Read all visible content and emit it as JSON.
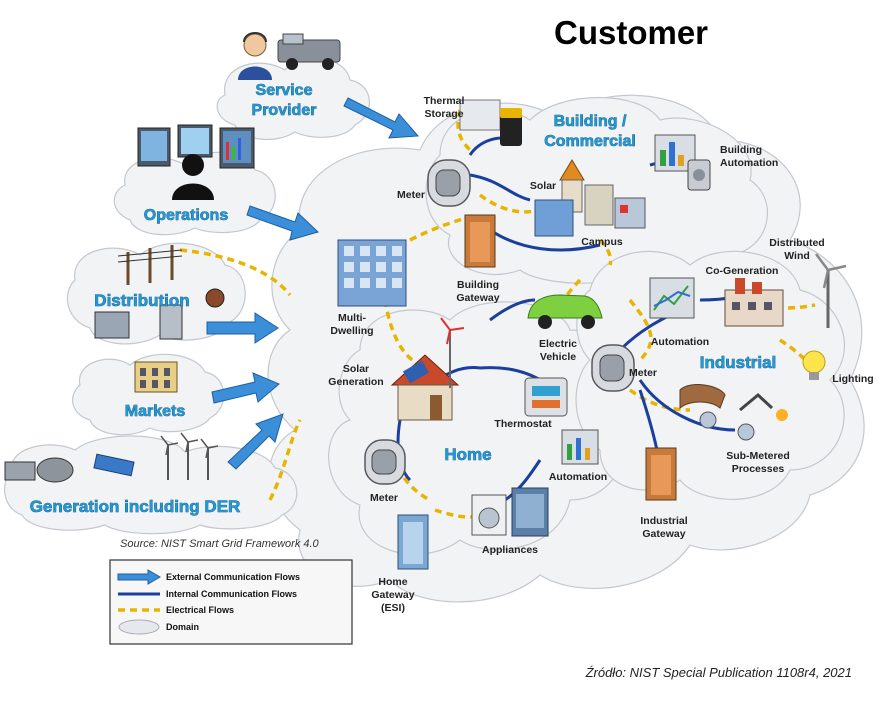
{
  "title": "Customer",
  "domains": {
    "building_commercial": "Building / Commercial",
    "home": "Home",
    "industrial": "Industrial",
    "service_provider": "Service Provider",
    "operations": "Operations",
    "distribution": "Distribution",
    "markets": "Markets",
    "generation": "Generation including DER"
  },
  "labels": {
    "thermal_storage": "Thermal Storage",
    "building_automation": "Building Automation",
    "meter_building": "Meter",
    "solar_building": "Solar",
    "campus": "Campus",
    "building_gateway": "Building Gateway",
    "multi_dwelling": "Multi-Dwelling",
    "electric_vehicle": "Electric Vehicle",
    "distributed_wind": "Distributed Wind",
    "co_generation": "Co-Generation",
    "automation_industrial": "Automation",
    "meter_industrial": "Meter",
    "lighting": "Lighting",
    "sub_metered_processes": "Sub-Metered Processes",
    "industrial_gateway": "Industrial Gateway",
    "solar_generation": "Solar Generation",
    "thermostat": "Thermostat",
    "automation_home": "Automation",
    "meter_home": "Meter",
    "appliances": "Appliances",
    "home_gateway": "Home Gateway (ESI)"
  },
  "legend": {
    "external": "External Communication Flows",
    "internal": "Internal Communication Flows",
    "electrical": "Electrical Flows",
    "domain": "Domain"
  },
  "source_nist": "Source:  NIST Smart Grid Framework 4.0",
  "source_pub": "Źródło: NIST Special Publication 1108r4, 2021",
  "colors": {
    "domain_title": "#1f9ad6",
    "external_flow": "#3b8fd8",
    "internal_flow": "#1a3f9c",
    "electrical_flow": "#e8b400",
    "cloud": "#f2f3f5"
  }
}
